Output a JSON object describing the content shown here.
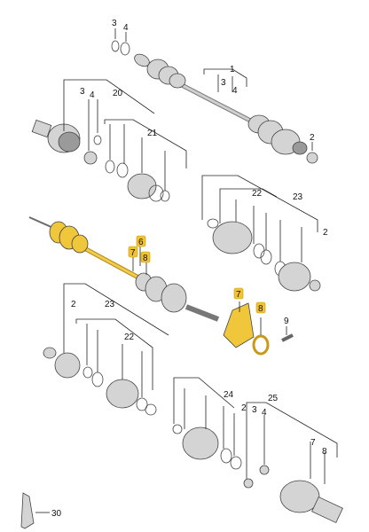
{
  "diagram": {
    "colors": {
      "highlight": "#f2c230",
      "part_grey": "#d4d4d4",
      "line": "#222222"
    },
    "callouts": [
      {
        "id": "c-3-top",
        "text": "3",
        "highlight": false
      },
      {
        "id": "c-4-top",
        "text": "4",
        "highlight": false
      },
      {
        "id": "c-1",
        "text": "1",
        "highlight": false
      },
      {
        "id": "c-3-r1",
        "text": "3",
        "highlight": false
      },
      {
        "id": "c-4-r1",
        "text": "4",
        "highlight": false
      },
      {
        "id": "c-2-r1",
        "text": "2",
        "highlight": false
      },
      {
        "id": "c-3-l1",
        "text": "3",
        "highlight": false
      },
      {
        "id": "c-4-l1",
        "text": "4",
        "highlight": false
      },
      {
        "id": "c-20",
        "text": "20",
        "highlight": false
      },
      {
        "id": "c-21",
        "text": "21",
        "highlight": false
      },
      {
        "id": "c-22-r",
        "text": "22",
        "highlight": false
      },
      {
        "id": "c-23-r",
        "text": "23",
        "highlight": false
      },
      {
        "id": "c-2-r2",
        "text": "2",
        "highlight": false
      },
      {
        "id": "c-6",
        "text": "6",
        "highlight": true
      },
      {
        "id": "c-7-a",
        "text": "7",
        "highlight": true
      },
      {
        "id": "c-8-a",
        "text": "8",
        "highlight": true
      },
      {
        "id": "c-7-b",
        "text": "7",
        "highlight": true
      },
      {
        "id": "c-8-b",
        "text": "8",
        "highlight": true
      },
      {
        "id": "c-9",
        "text": "9",
        "highlight": false
      },
      {
        "id": "c-2-l2",
        "text": "2",
        "highlight": false
      },
      {
        "id": "c-23-l",
        "text": "23",
        "highlight": false
      },
      {
        "id": "c-22-l",
        "text": "22",
        "highlight": false
      },
      {
        "id": "c-24",
        "text": "24",
        "highlight": false
      },
      {
        "id": "c-25",
        "text": "25",
        "highlight": false
      },
      {
        "id": "c-2-b",
        "text": "2",
        "highlight": false
      },
      {
        "id": "c-3-b",
        "text": "3",
        "highlight": false
      },
      {
        "id": "c-4-b",
        "text": "4",
        "highlight": false
      },
      {
        "id": "c-7-c",
        "text": "7",
        "highlight": false
      },
      {
        "id": "c-8-c",
        "text": "8",
        "highlight": false
      },
      {
        "id": "c-30",
        "text": "30",
        "highlight": false
      }
    ]
  }
}
